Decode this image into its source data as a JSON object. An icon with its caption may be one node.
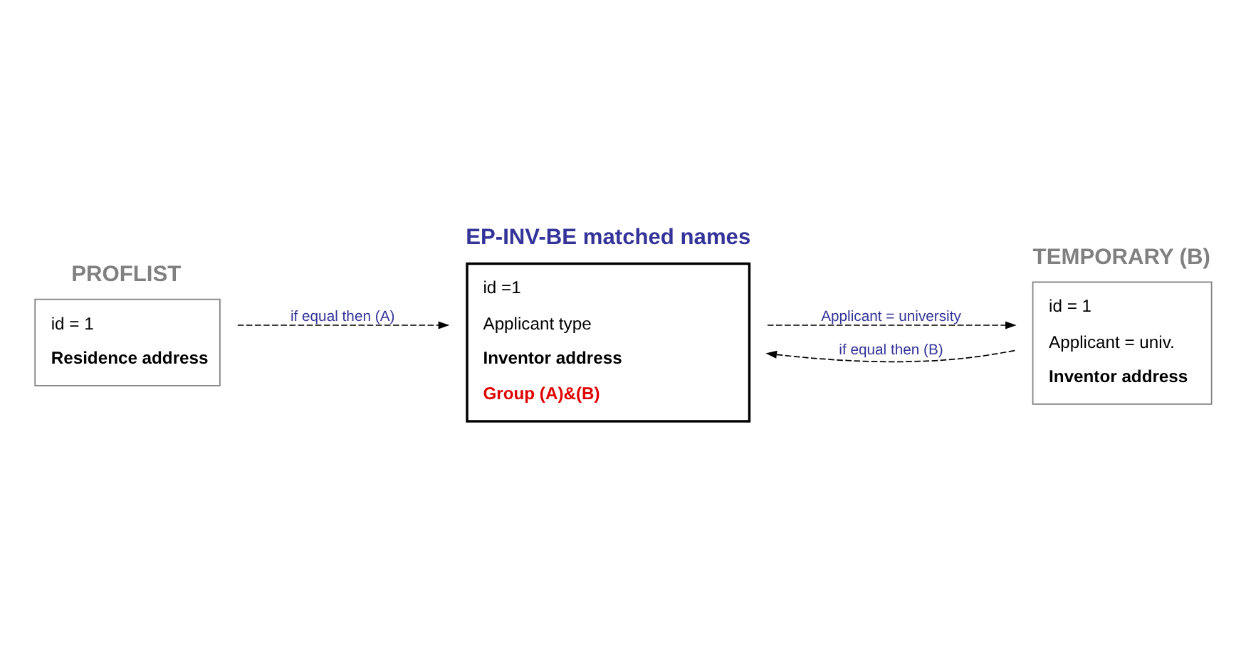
{
  "diagram": {
    "nodes": [
      {
        "text": [
          "PROFLIST",
          "id = 1",
          "Residence address"
        ]
      },
      {
        "text": [
          "EP-INV-BE matched names",
          "id =1",
          "Applicant type",
          "Inventor address",
          "Group (A)&(B)"
        ]
      },
      {
        "text": [
          "TEMPORARY (B)",
          "id = 1",
          "Applicant = univ.",
          "Inventor address"
        ]
      }
    ],
    "edges": [
      {
        "from": 0,
        "to": 1,
        "arrow": "to",
        "label": "if equal then (A)",
        "style": "dashed"
      },
      {
        "from": 1,
        "to": 2,
        "arrow": "to",
        "label": "Applicant = university",
        "style": "dashed"
      },
      {
        "from": 2,
        "to": 1,
        "arrow": "to",
        "label": "if equal then (B)",
        "style": "dashed"
      }
    ]
  }
}
